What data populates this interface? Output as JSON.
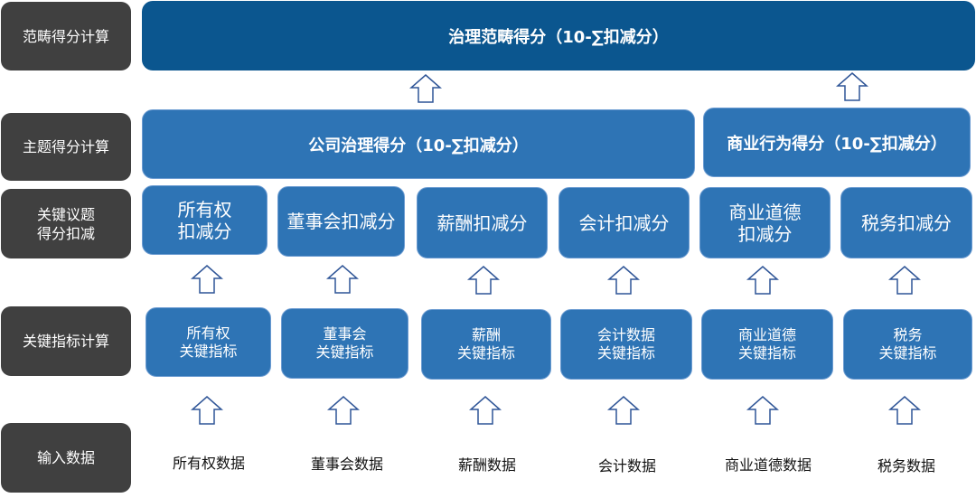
{
  "row_labels": [
    "范畴得分计算",
    "主题得分计算",
    "关键议题\n得分扣减",
    "关键指标计算",
    "输入数据"
  ],
  "category_score": "治理范畴得分（10-∑扣减分）",
  "theme_scores": [
    "公司治理得分（10-∑扣减分）",
    "商业行为得分（10-∑扣减分）"
  ],
  "issue_deductions": [
    "所有权\n扣减分",
    "董事会扣减分",
    "薪酬扣减分",
    "会计扣减分",
    "商业道德\n扣减分",
    "税务扣减分"
  ],
  "key_metrics": [
    "所有权\n关键指标",
    "董事会\n关键指标",
    "薪酬\n关键指标",
    "会计数据\n关键指标",
    "商业道德\n关键指标",
    "税务\n关键指标"
  ],
  "input_data": [
    "所有权数据",
    "董事会数据",
    "薪酬数据",
    "会计数据",
    "商业道德数据",
    "税务数据"
  ],
  "colors": {
    "label_bg": "#404040",
    "category_bg": "#0b568f",
    "box_bg": "#2e74b5",
    "arrow_stroke": "#2f5597"
  }
}
